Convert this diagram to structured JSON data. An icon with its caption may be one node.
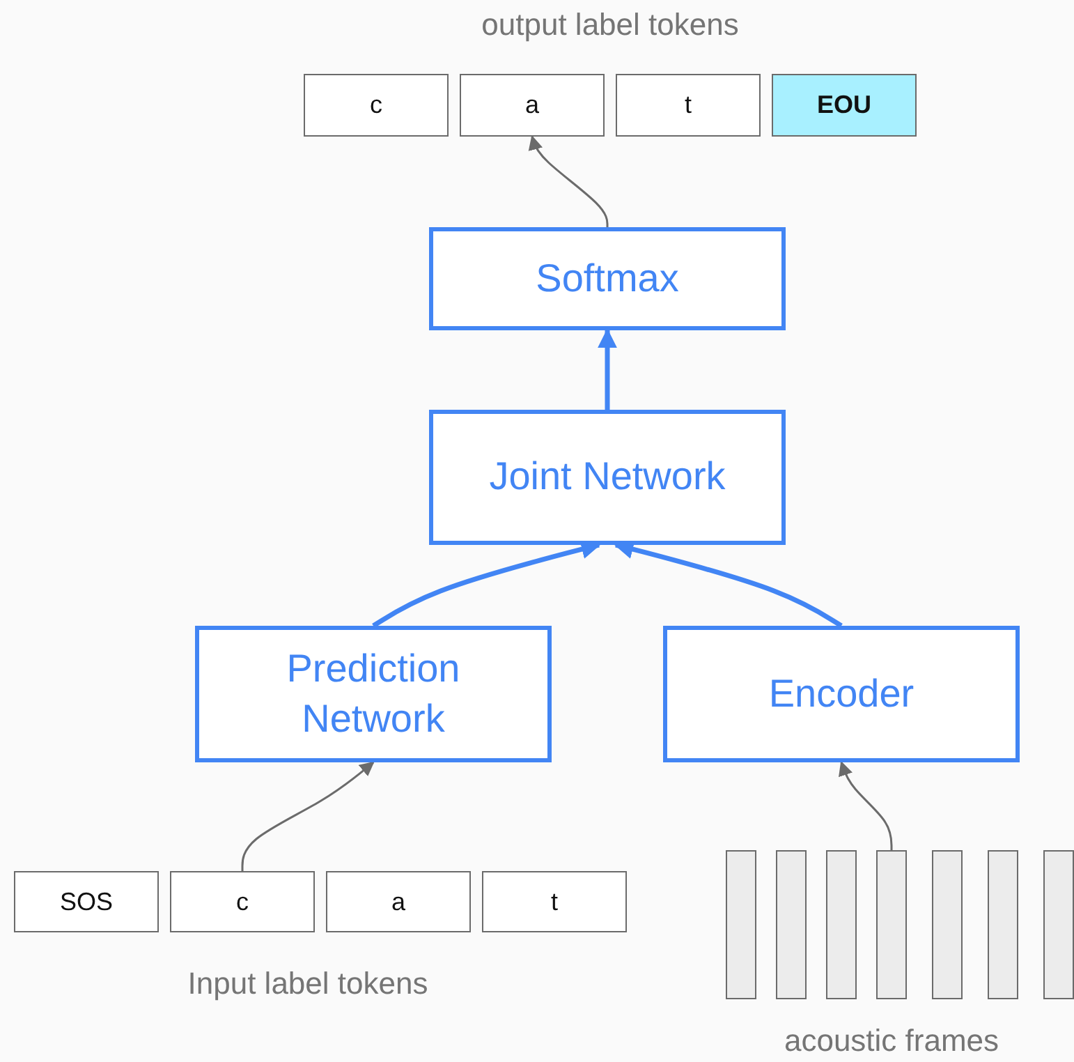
{
  "diagram": {
    "nodes": [
      {
        "text": [
          "c"
        ]
      },
      {
        "text": [
          "a"
        ]
      },
      {
        "text": [
          "t"
        ]
      },
      {
        "text": [
          "EOU"
        ]
      },
      {
        "text": [
          "Softmax"
        ]
      },
      {
        "text": [
          "Joint Network"
        ]
      },
      {
        "text": [
          "Prediction Network"
        ]
      },
      {
        "text": [
          "Encoder"
        ]
      },
      {
        "text": [
          "SOS"
        ]
      },
      {
        "text": [
          "c"
        ]
      },
      {
        "text": [
          "a"
        ]
      },
      {
        "text": [
          "t"
        ]
      },
      {
        "text": [],
        "shape": "bar"
      },
      {
        "text": [],
        "shape": "bar"
      },
      {
        "text": [],
        "shape": "bar"
      },
      {
        "text": [],
        "shape": "bar"
      },
      {
        "text": [],
        "shape": "bar"
      },
      {
        "text": [],
        "shape": "bar"
      },
      {
        "text": [],
        "shape": "bar"
      }
    ],
    "edges": [
      {
        "from": 4,
        "to": 1,
        "arrow": "to"
      },
      {
        "from": 5,
        "to": 4,
        "arrow": "to",
        "style": "thick",
        "color": "#4285f4"
      },
      {
        "from": 6,
        "to": 5,
        "arrow": "to",
        "style": "thick",
        "color": "#4285f4"
      },
      {
        "from": 7,
        "to": 5,
        "arrow": "to",
        "style": "thick",
        "color": "#4285f4"
      },
      {
        "from": 9,
        "to": 6,
        "arrow": "to"
      },
      {
        "from": 15,
        "to": 7,
        "arrow": "to"
      }
    ],
    "labels": [
      "output label tokens",
      "Input label tokens",
      "acoustic frames"
    ]
  }
}
